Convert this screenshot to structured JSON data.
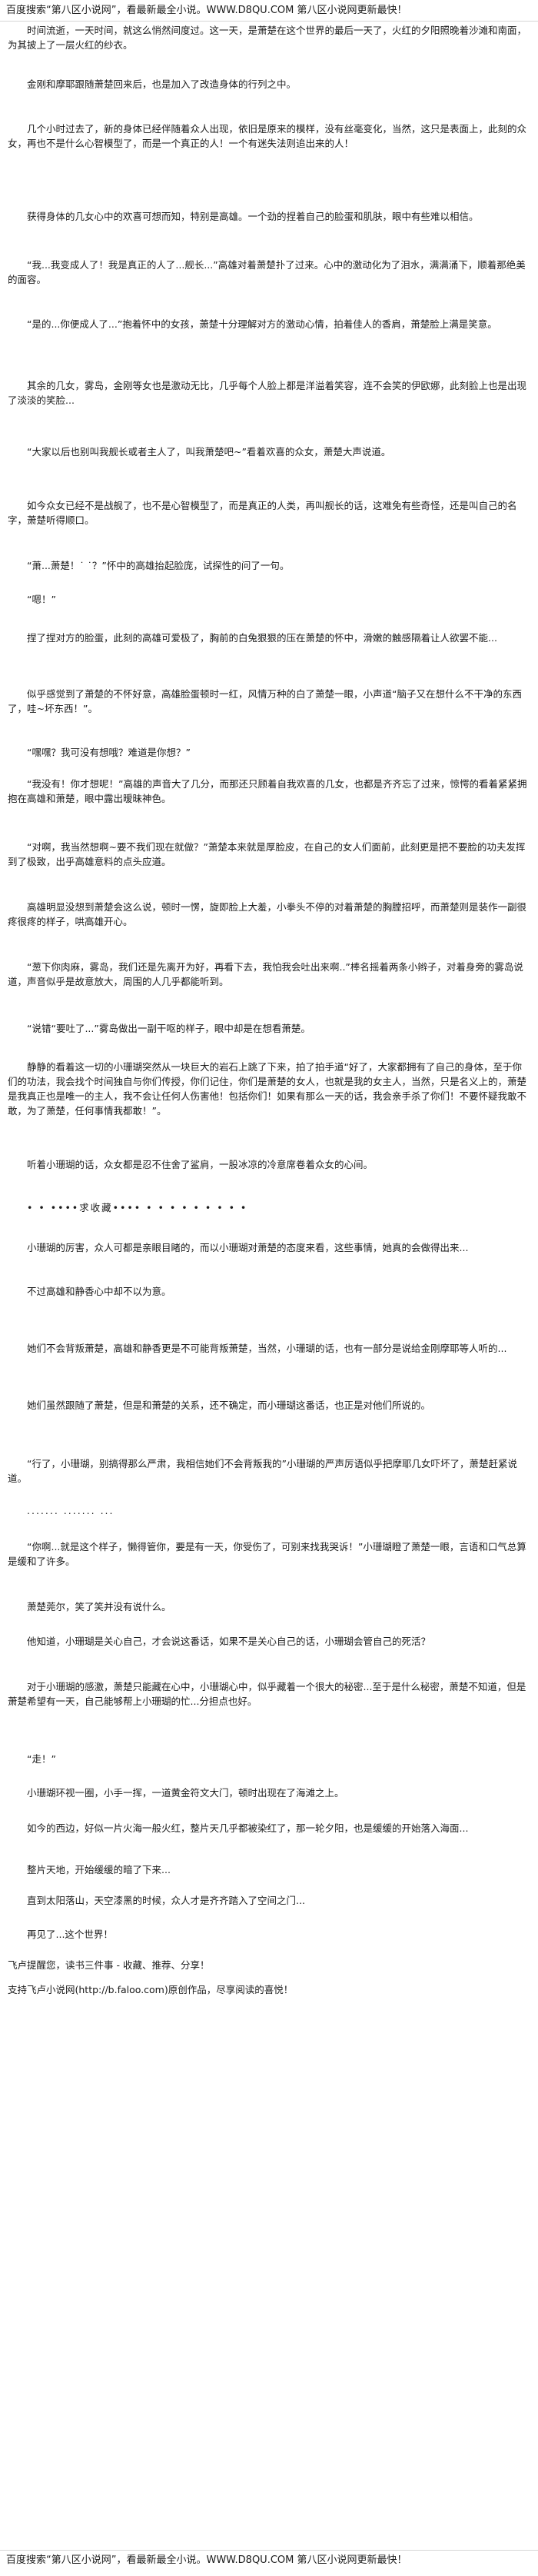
{
  "site": {
    "header_text": "百度搜索“第八区小说网”，看最新最全小说。WWW.D8QU.COM 第八区小说网更新最快！",
    "footer_text": "百度搜索“第八区小说网”，看最新最全小说。WWW.D8QU.COM 第八区小说网更新最快！"
  },
  "paragraphs": [
    {
      "text": "时间流逝，一天时间，就这么悄然间度过。这一天，是萧楚在这个世界的最后一天了，火红的夕阳照晚着沙滩和南面，为其披上了一层火红的纱衣。",
      "style": "normal"
    },
    {
      "text": "金刚和摩耶跟随萧楚回来后，也是加入了改造身体的行列之中。",
      "style": "normal"
    },
    {
      "text": "几个小时过去了，新的身体已经伴随着众人出现，依旧是原来的模样，没有丝毫变化，当然，这只是表面上，此刻的众女，再也不是什么心智模型了，而是一个真正的人！一个有迷失法则追出来的人！",
      "style": "normal"
    },
    {
      "text": "获得身体的几女心中的欢喜可想而知，特别是高雄。一个劲的捏着自己的脸蛋和肌肤，眼中有些难以相信。",
      "style": "normal"
    },
    {
      "text": "“我...我变成人了！我是真正的人了...舰长...”高雄对着萧楚扑了过来。心中的激动化为了泪水，满满涌下，顺着那绝美的面容。",
      "style": "normal"
    },
    {
      "text": "“是的...你便成人了...”抱着怀中的女孩，萧楚十分理解对方的激动心情，拍着佳人的香肩，萧楚脸上满是笑意。",
      "style": "normal"
    },
    {
      "text": "其余的几女，雾岛，金刚等女也是激动无比，几乎每个人脸上都是洋溢着笑容，连不会笑的伊欧娜，此刻脸上也是出现了淡淡的笑脸...",
      "style": "normal"
    },
    {
      "text": "“大家以后也别叫我舰长或者主人了，叫我萧楚吧~”看着欢喜的众女，萧楚大声说道。",
      "style": "normal"
    },
    {
      "text": "如今众女已经不是战舰了，也不是心智模型了，而是真正的人类，再叫舰长的话，这难免有些奇怪，还是叫自己的名字，萧楚听得顺口。",
      "style": "normal"
    },
    {
      "text": "“萧...萧楚！˙ ˙？”怀中的高雄抬起脸庞，试探性的问了一句。",
      "style": "normal"
    },
    {
      "text": "“嗯！”",
      "style": "normal"
    },
    {
      "text": "捏了捏对方的脸蛋，此刻的高雄可爱极了，胸前的白兔狠狠的压在萧楚的怀中，滑嫩的触感隔着让人欲罢不能...",
      "style": "normal"
    },
    {
      "text": "似乎感觉到了萧楚的不怀好意，高雄脸蛋顿时一红，风情万种的白了萧楚一眼，小声道“脑子又在想什么不干净的东西了，哇~坏东西！”。",
      "style": "normal"
    },
    {
      "text": "“嘿嘿？我可没有想哦？难道是你想？”",
      "style": "normal"
    },
    {
      "text": "“我没有！你才想呢！”高雄的声音大了几分，而那还只顾着自我欢喜的几女，也都是齐齐忘了过来，惊愕的看着紧紧拥抱在高雄和萧楚，眼中露出暧昧神色。",
      "style": "normal"
    },
    {
      "text": "“对啊，我当然想啊~要不我们现在就做？”萧楚本来就是厚脸皮，在自己的女人们面前，此刻更是把不要脸的功夫发挥到了极致，出乎高雄意料的点头应道。",
      "style": "normal"
    },
    {
      "text": "高雄明显没想到萧楚会这么说，顿时一愣，旋即脸上大羞，小拳头不停的对着萧楚的胸膛招呼，而萧楚则是装作一副很疼很疼的样子，哄高雄开心。",
      "style": "normal"
    },
    {
      "text": "“葱下你肉麻，雾岛，我们还是先离开为好，再看下去，我怕我会吐出来啊..”棒名摇着两条小辫子，对着身旁的雾岛说道，声音似乎是故意放大，周围的人几乎都能听到。",
      "style": "normal"
    },
    {
      "text": "“说错“要吐了...”雾岛做出一副干呕的样子，眼中却是在想看萧楚。",
      "style": "normal"
    },
    {
      "text": "静静的看着这一切的小珊瑚突然从一块巨大的岩石上跳了下来，拍了拍手道“好了，大家都拥有了自己的身体，至于你们的功法，我会找个时间独自与你们传授，你们记住，你们是萧楚的女人，也就是我的女主人，当然，只是名义上的，萧楚是我真正也是唯一的主人，我不会让任何人伤害他！包括你们！如果有那么一天的话，我会亲手杀了你们！不要怀疑我敢不敢，为了萧楚，任何事情我都敢！”。",
      "style": "normal"
    },
    {
      "text": "听着小珊瑚的话，众女都是忍不住舍了鲨肩，一股冰凉的冷意席卷着众女的心间。",
      "style": "normal"
    },
    {
      "text": "• • ••••求收藏•••• • • • • • • • • •",
      "style": "sep"
    },
    {
      "text": "小珊瑚的厉害，众人可都是亲眼目睹的，而以小珊瑚对萧楚的态度来看，这些事情，她真的会做得出来...",
      "style": "normal"
    },
    {
      "text": "不过高雄和静香心中却不以为意。",
      "style": "normal"
    },
    {
      "text": "她们不会背叛萧楚，高雄和静香更是不可能背叛萧楚，当然，小珊瑚的话，也有一部分是说给金刚摩耶等人听的...",
      "style": "normal"
    },
    {
      "text": "她们虽然跟随了萧楚，但是和萧楚的关系，还不确定，而小珊瑚这番话，也正是对他们所说的。",
      "style": "normal"
    },
    {
      "text": "“行了，小珊瑚，别搞得那么严肃，我相信她们不会背叛我的”小珊瑚的严声厉语似乎把摩耶几女吓坏了，萧楚赶紧说道。",
      "style": "normal"
    },
    {
      "text": "....... ....... ...",
      "style": "sep"
    },
    {
      "text": "“你啊...就是这个样子，懒得管你，要是有一天，你受伤了，可别来找我哭诉！”小珊瑚瞪了萧楚一眼，言语和口气总算是缓和了许多。",
      "style": "normal"
    },
    {
      "text": "萧楚莞尔，笑了笑并没有说什么。",
      "style": "normal"
    },
    {
      "text": "他知道，小珊瑚是关心自己，才会说这番话，如果不是关心自己的话，小珊瑚会管自己的死活？",
      "style": "normal"
    },
    {
      "text": "对于小珊瑚的感激，萧楚只能藏在心中，小珊瑚心中，似乎藏着一个很大的秘密...至于是什么秘密，萧楚不知道，但是萧楚希望有一天，自己能够帮上小珊瑚的忙...分担点也好。",
      "style": "normal"
    },
    {
      "text": "“走！”",
      "style": "normal"
    },
    {
      "text": "小珊瑚环视一圈，小手一挥，一道黄金符文大门，顿时出现在了海滩之上。",
      "style": "normal"
    },
    {
      "text": "如今的西边，好似一片火海一般火红，整片天几乎都被染红了，那一轮夕阳，也是缓缓的开始落入海面...",
      "style": "normal"
    },
    {
      "text": "整片天地，开始缓缓的暗了下来...",
      "style": "normal"
    },
    {
      "text": "直到太阳落山，天空漆黑的时候，众人才是齐齐踏入了空间之门...",
      "style": "normal"
    },
    {
      "text": "再见了...这个世界！",
      "style": "normal"
    },
    {
      "text": "飞卢提醒您，读书三件事 - 收藏、推荐、分享！",
      "style": "flush"
    },
    {
      "text": "支持飞卢小说网(http://b.faloo.com)原创作品，尽享阅读的喜悦！",
      "style": "flush"
    }
  ]
}
